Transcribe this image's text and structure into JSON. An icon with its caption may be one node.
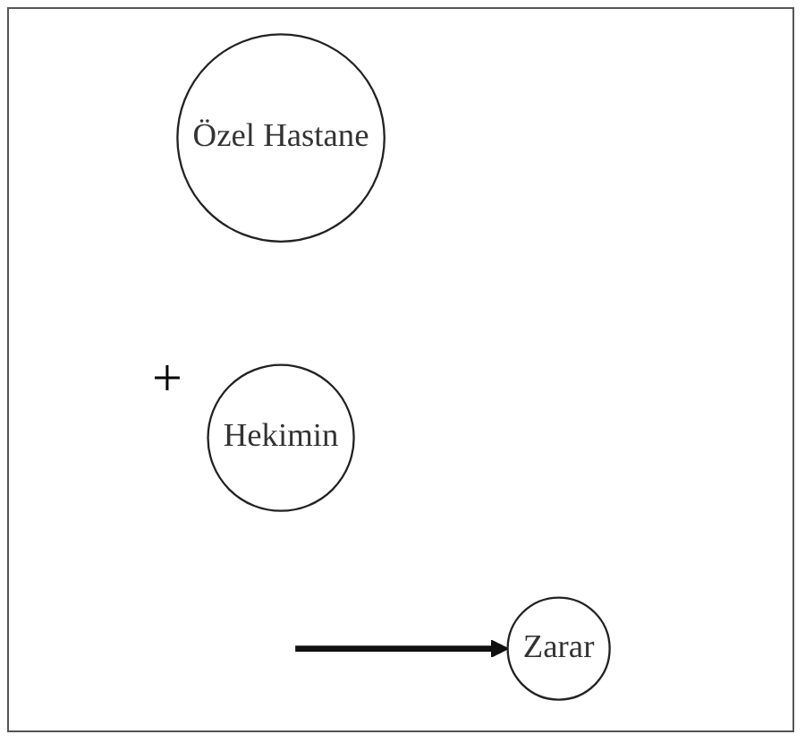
{
  "diagram": {
    "nodes": [
      {
        "text": [
          "Özel Hastane"
        ]
      },
      {
        "text": [
          "Hekimin"
        ]
      },
      {
        "text": [
          "Zarar"
        ]
      }
    ],
    "edges": [
      {
        "from": null,
        "to": 2,
        "arrow": "to"
      }
    ],
    "labels": [
      "+"
    ]
  }
}
